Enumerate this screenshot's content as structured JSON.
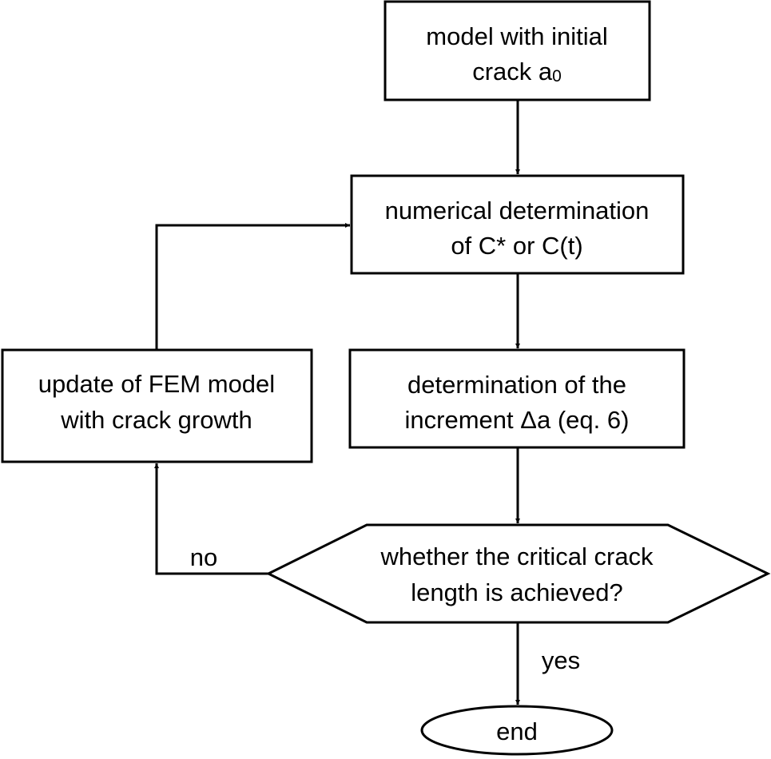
{
  "flowchart": {
    "nodes": {
      "start": {
        "line1": "model with initial",
        "line2_main": "crack a",
        "line2_sub": "0"
      },
      "compute": {
        "line1": "numerical determination",
        "line2": "of C* or C(t)"
      },
      "increment": {
        "line1": "determination of the",
        "line2": "increment Δa (eq. 6)"
      },
      "decision": {
        "line1": "whether the critical crack",
        "line2": "length is achieved?"
      },
      "update": {
        "line1": "update of FEM model",
        "line2": "with crack growth"
      },
      "end": {
        "label": "end"
      }
    },
    "edge_labels": {
      "no": "no",
      "yes": "yes"
    }
  },
  "colors": {
    "stroke": "#000000",
    "fill": "#ffffff",
    "text": "#000000"
  }
}
